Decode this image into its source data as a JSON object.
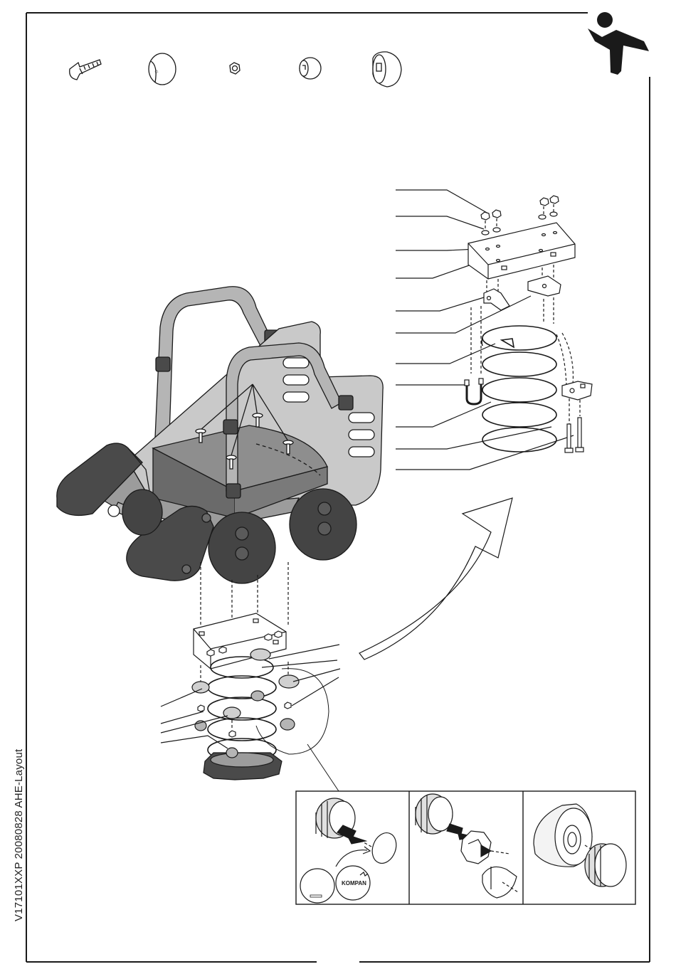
{
  "document": {
    "side_code": "V17101XXP 20080828 AHE-Layout",
    "logo_text": "KOMPAN",
    "logo_icon": "kompan-figure-icon"
  },
  "hardware_parts": [
    {
      "name": "carriage-bolt-icon"
    },
    {
      "name": "dome-cap-icon"
    },
    {
      "name": "hex-nut-icon"
    },
    {
      "name": "small-cap-icon"
    },
    {
      "name": "large-cap-icon"
    }
  ],
  "callout_leaders": {
    "right_assembly_count": 11,
    "lower_assembly_count": 5
  },
  "detail_panels": [
    {
      "name": "panel-cap-insert"
    },
    {
      "name": "panel-nut-clip"
    },
    {
      "name": "panel-dome-fit"
    }
  ],
  "colors": {
    "line": "#1a1a1a",
    "body_gray": "#bfbfbf",
    "dark_gray": "#4a4a4a",
    "seat_gray": "#8e8e8e",
    "wheel_dark": "#444444",
    "logo_black": "#1a1a1a"
  }
}
